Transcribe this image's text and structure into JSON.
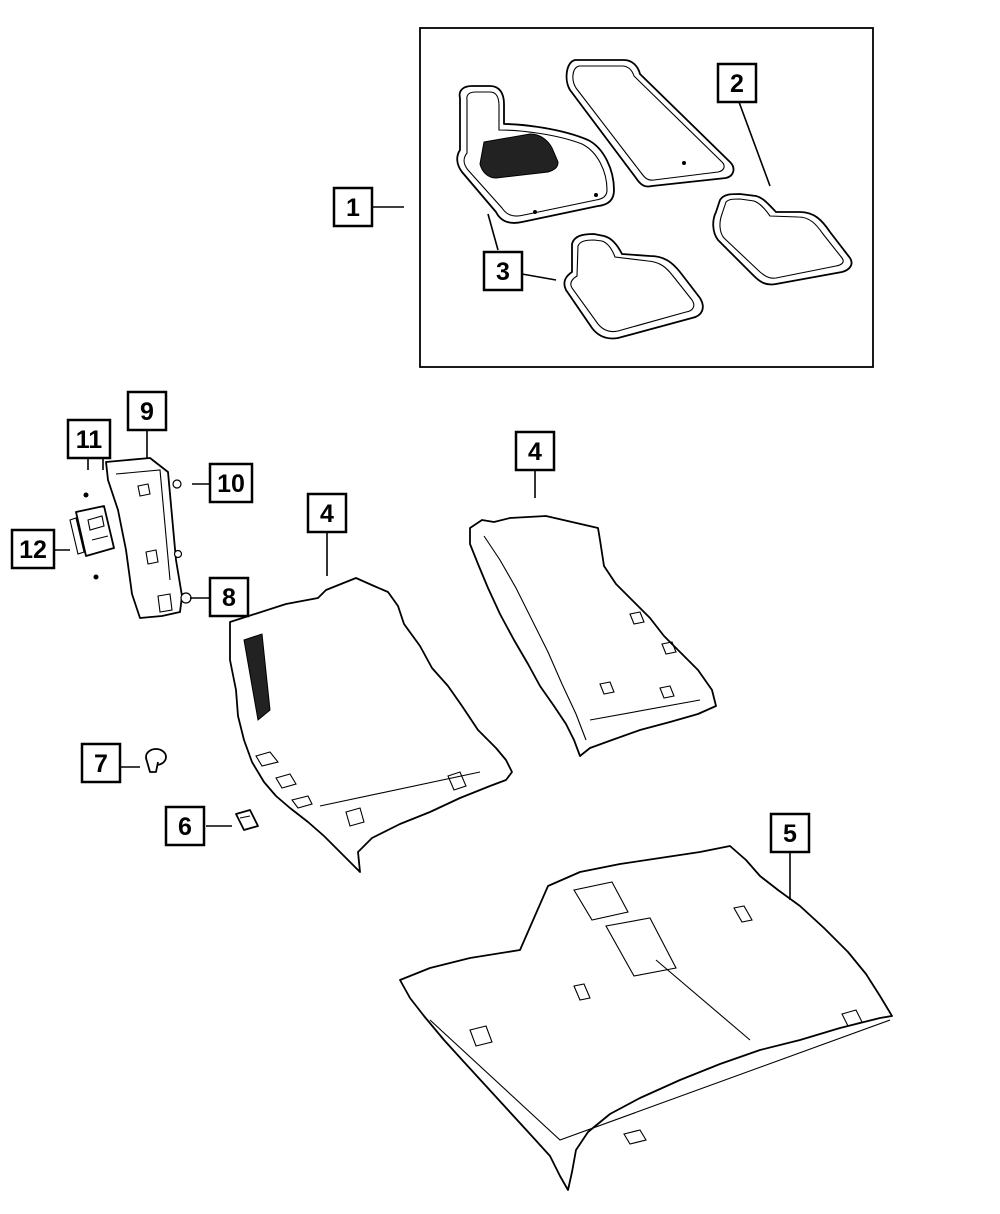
{
  "diagram": {
    "colors": {
      "line": "#000000",
      "background": "#ffffff",
      "dark_pad": "#222222"
    },
    "callouts": [
      {
        "id": "c1",
        "label": "1"
      },
      {
        "id": "c2",
        "label": "2"
      },
      {
        "id": "c3",
        "label": "3"
      },
      {
        "id": "c4a",
        "label": "4"
      },
      {
        "id": "c4b",
        "label": "4"
      },
      {
        "id": "c5",
        "label": "5"
      },
      {
        "id": "c6",
        "label": "6"
      },
      {
        "id": "c7",
        "label": "7"
      },
      {
        "id": "c8",
        "label": "8"
      },
      {
        "id": "c9",
        "label": "9"
      },
      {
        "id": "c10",
        "label": "10"
      },
      {
        "id": "c11",
        "label": "11"
      },
      {
        "id": "c12",
        "label": "12"
      }
    ]
  }
}
